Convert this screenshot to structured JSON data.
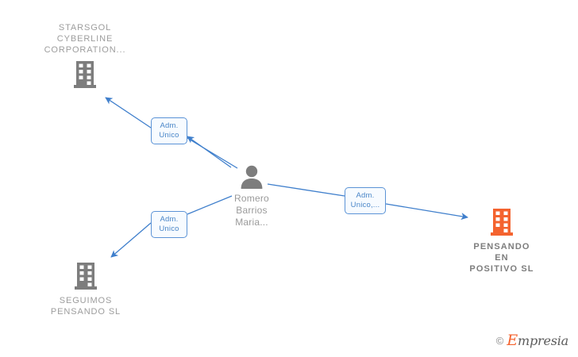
{
  "diagram": {
    "type": "relationship-graph",
    "background_color": "#ffffff",
    "edge_color": "#4a86c8",
    "nodes": [
      {
        "id": "starsgol",
        "kind": "company",
        "icon": "building-icon",
        "label": "STARSGOL\nCYBERLINE\nCORPORATION...",
        "color": "#7d7d7d",
        "focal": false
      },
      {
        "id": "person",
        "kind": "person",
        "icon": "person-icon",
        "label": "Romero\nBarrios\nMaria...",
        "color": "#7d7d7d",
        "focal": false
      },
      {
        "id": "seguimos",
        "kind": "company",
        "icon": "building-icon",
        "label": "SEGUIMOS\nPENSANDO  SL",
        "color": "#7d7d7d",
        "focal": false
      },
      {
        "id": "pensando",
        "kind": "company",
        "icon": "building-icon",
        "label": "PENSANDO\nEN\nPOSITIVO  SL",
        "color": "#f4632f",
        "focal": true
      }
    ],
    "edges": [
      {
        "id": "edge-starsgol",
        "from": "person",
        "to": "starsgol",
        "label": "Adm.\nUnico"
      },
      {
        "id": "edge-seguimos",
        "from": "person",
        "to": "seguimos",
        "label": "Adm.\nUnico"
      },
      {
        "id": "edge-pensando",
        "from": "person",
        "to": "pensando",
        "label": "Adm.\nUnico,..."
      }
    ]
  },
  "watermark": {
    "copyright": "©",
    "brand_initial": "E",
    "brand_rest": "mpresia"
  }
}
